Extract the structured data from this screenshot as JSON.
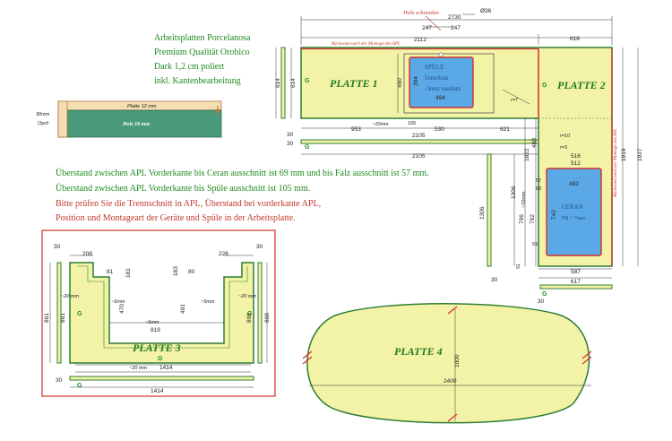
{
  "info": {
    "line1": "Arbeitsplatten Porcelanosa",
    "line2": "Premium Qualität Orobico",
    "line3": "Dark 1,2 cm poliert",
    "line4": "inkl. Kantenbearbeitung"
  },
  "profile": {
    "top": "Platte 12 mm",
    "bottom": "Holz 18 mm",
    "side_a": "30mm",
    "side_b": "Oprit"
  },
  "notes": {
    "n1": "Überstand zwischen APL Vorderkante bis Ceran ausschnitt ist 69 mm und bis Falz ausschnitt ist 57 mm.",
    "n2": "Überstand zwischen APL Vorderkante bis Spüle ausschnitt ist 105 mm.",
    "n3": "Bitte prüfen Sie die Trennschnitt in APL, Überstand bei vorderkante APL,",
    "n4": "Position und Montageart der Geräte und Spüle in der Arbeitsplatte."
  },
  "plates": {
    "p1": "PLATTE 1",
    "p2": "PLATTE 2",
    "p3": "PLATTE 3",
    "p4": "PLATTE 4"
  },
  "sink": {
    "l1": "SPÜLE",
    "l2": "Unterbau",
    "l3": "-3mm rundum",
    "w": "494",
    "h": "394"
  },
  "ceran": {
    "l1": "CERAN",
    "l2": "FB = 7mm",
    "w": "492",
    "h": "742"
  },
  "callouts": {
    "holz": "Holz schneiden",
    "back1": "Rückwand nach der Montage des APL",
    "back2": "Rückwand nach der Montage des APL"
  },
  "dims": {
    "d2730": "2730",
    "d2112": "2112",
    "d247a": "247",
    "d247b": "247",
    "d36": "Ø36",
    "d618": "618",
    "d614a": "614",
    "d614b": "614",
    "d460": "460",
    "d953": "953",
    "d530": "530",
    "d621": "621",
    "d2105a": "2105",
    "d2105b": "2105",
    "d10mm": "~10mm",
    "d105": "105",
    "d30a": "30",
    "d30b": "30",
    "r7": "r=7",
    "r10": "r=10",
    "r3": "r=3",
    "d516": "516",
    "d512": "512",
    "d57": "57",
    "d69": "69",
    "d1822": "1822",
    "d1919": "1919",
    "d1927": "1927",
    "d1306a": "1306",
    "d1306b": "1306",
    "d10mmb": "~10mm",
    "d796": "796",
    "d792": "792",
    "d59": "59",
    "d51": "51",
    "d587": "587",
    "d617": "617",
    "d30c": "30",
    "d30d": "30",
    "p3_30a": "30",
    "p3_208": "208",
    "p3_226": "226",
    "p3_30b": "30",
    "p3_81": "81",
    "p3_181": "181",
    "p3_183": "183",
    "p3_80": "80",
    "p3_470": "470",
    "p3_491": "491",
    "p3_5mm_a": "~5mm",
    "p3_5mm_b": "~5mm",
    "p3_5mm_c": "~5mm",
    "p3_819": "819",
    "p3_861a": "861",
    "p3_861b": "861",
    "p3_898a": "898",
    "p3_898b": "898",
    "p3_20a": "~20 mm",
    "p3_20b": "~20 mm",
    "p3_20c": "~20 mm",
    "p3_1414a": "1414",
    "p3_1414b": "1414",
    "p3_30c": "30",
    "p4_1000": "1000",
    "p4_2400": "2400"
  },
  "g": "G",
  "colors": {
    "plate_fill": "#f3f3a8",
    "edge": "#2e7d32",
    "cutout": "#5aa9e6",
    "red": "#d32f2f",
    "profile_top": "#f5deb3",
    "profile_bottom": "#4a9a7a"
  }
}
